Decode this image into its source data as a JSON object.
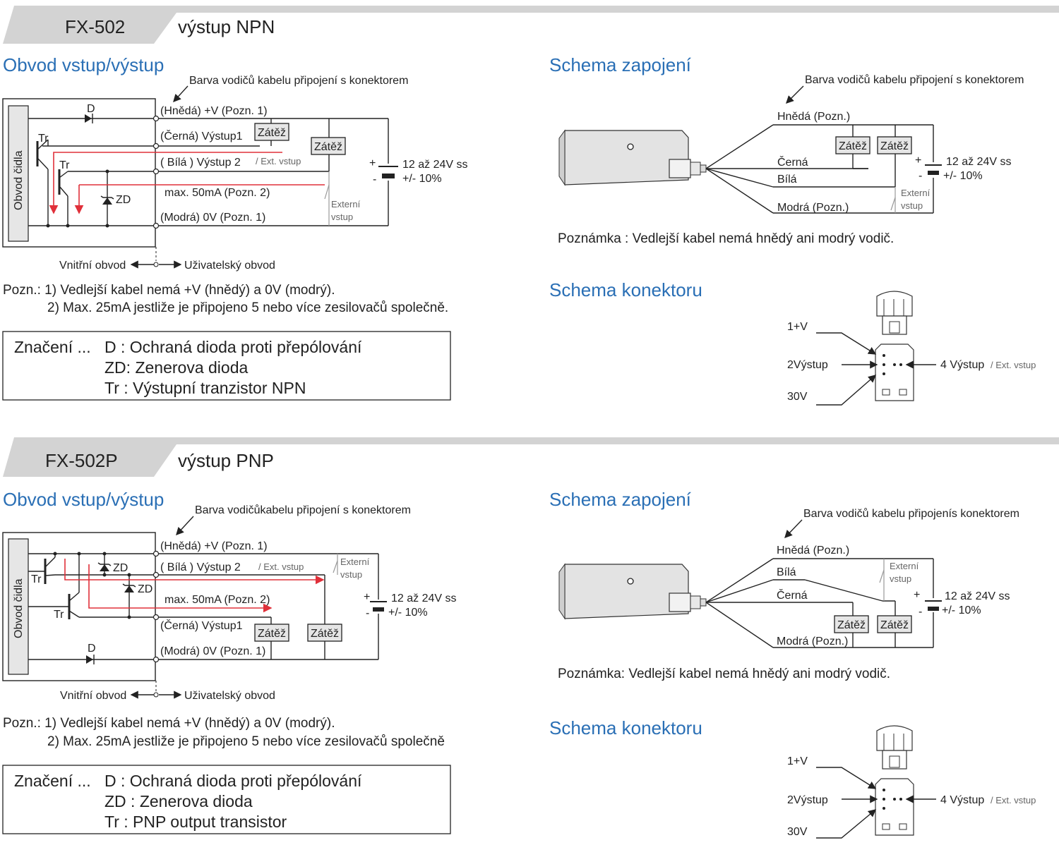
{
  "sections": [
    {
      "model": "FX-502",
      "output_type": "výstup NPN",
      "io_title": "Obvod vstup/výstup",
      "io_cable_label": "Barva vodičů kabelu připojení s konektorem",
      "sensor_circuit": "Obvod čidla",
      "wires": {
        "brown": "(Hnědá) +V (Pozn. 1)",
        "black": "(Černá) Výstup1",
        "white": "(  Bílá  ) Výstup 2",
        "ext_small": "/ Ext. vstup",
        "max": "max. 50mA  (Pozn. 2)",
        "blue": "(Modrá) 0V (Pozn. 1)"
      },
      "load": "Zátěž",
      "ext_input_1": "Externí",
      "ext_input_2": "vstup",
      "supply_1": "12 až 24V ss",
      "supply_2": "+/- 10%",
      "plus": "+",
      "minus": "-",
      "d_label": "D",
      "tr_label": "Tr",
      "zd_label": "ZD",
      "internal": "Vnitřní obvod",
      "user": "Uživatelský obvod",
      "note1": "Pozn.: 1) Vedlejší kabel nemá +V (hnědý) a 0V (modrý).",
      "note2": "2) Max. 25mA jestliže je připojeno 5 nebo více zesilovačů společně.",
      "legend_prefix": "Značení ...",
      "legend_d": "D : Ochraná dioda proti přepólování",
      "legend_zd": "ZD: Zenerova dioda",
      "legend_tr": "Tr : Výstupní tranzistor NPN",
      "wiring_title": "Schema zapojení",
      "wiring_cable_label": "Barva vodičů kabelu připojení s konektorem",
      "wiring_brown": "Hnědá (Pozn.)",
      "wiring_black": "Černá",
      "wiring_white": "Bílá",
      "wiring_blue": "Modrá (Pozn.)",
      "wiring_note": "Poznámka : Vedlejší kabel nemá hnědý ani modrý vodič.",
      "connector_title": "Schema konektoru",
      "pin1": "1+V",
      "pin2": "2Výstup",
      "pin3": "30V",
      "pin4": "4 Výstup",
      "pin4_small": "/ Ext. vstup"
    },
    {
      "model": "FX-502P",
      "output_type": "výstup PNP",
      "io_title": "Obvod vstup/výstup",
      "io_cable_label": "Barva vodičůkabelu připojení s konektorem",
      "sensor_circuit": "Obvod čidla",
      "wires": {
        "brown": "(Hnědá) +V (Pozn. 1)",
        "white": "(  Bílá  ) Výstup 2",
        "ext_small": "/ Ext. vstup",
        "max": "max. 50mA  (Pozn. 2)",
        "black": "(Černá) Výstup1",
        "blue": "(Modrá) 0V (Pozn. 1)"
      },
      "load": "Zátěž",
      "ext_input_1": "Externí",
      "ext_input_2": "vstup",
      "supply_1": "12 až 24V ss",
      "supply_2": "+/- 10%",
      "plus": "+",
      "minus": "-",
      "d_label": "D",
      "tr_label": "Tr",
      "zd_label": "ZD",
      "internal": "Vnitřní obvod",
      "user": "Uživatelský obvod",
      "note1": "Pozn.: 1)  Vedlejší kabel nemá +V (hnědý) a 0V (modrý).",
      "note2": "2) Max. 25mA jestliže je připojeno 5 nebo více zesilovačů společně",
      "legend_prefix": "Značení ...",
      "legend_d": "D  : Ochraná dioda proti přepólování",
      "legend_zd": "ZD : Zenerova dioda",
      "legend_tr": "Tr  : PNP output transistor",
      "wiring_title": "Schema zapojení",
      "wiring_cable_label": "Barva vodičů kabelu připojenís konektorem",
      "wiring_brown": "Hnědá (Pozn.)",
      "wiring_white": "Bílá",
      "wiring_black": "Černá",
      "wiring_blue": "Modrá (Pozn.)",
      "wiring_note": "Poznámka: Vedlejší kabel nemá hnědý ani modrý vodič.",
      "connector_title": "Schema konektoru",
      "pin1": "1+V",
      "pin2": "2Výstup",
      "pin3": "30V",
      "pin4": "4 Výstup",
      "pin4_small": "/ Ext. vstup"
    }
  ]
}
